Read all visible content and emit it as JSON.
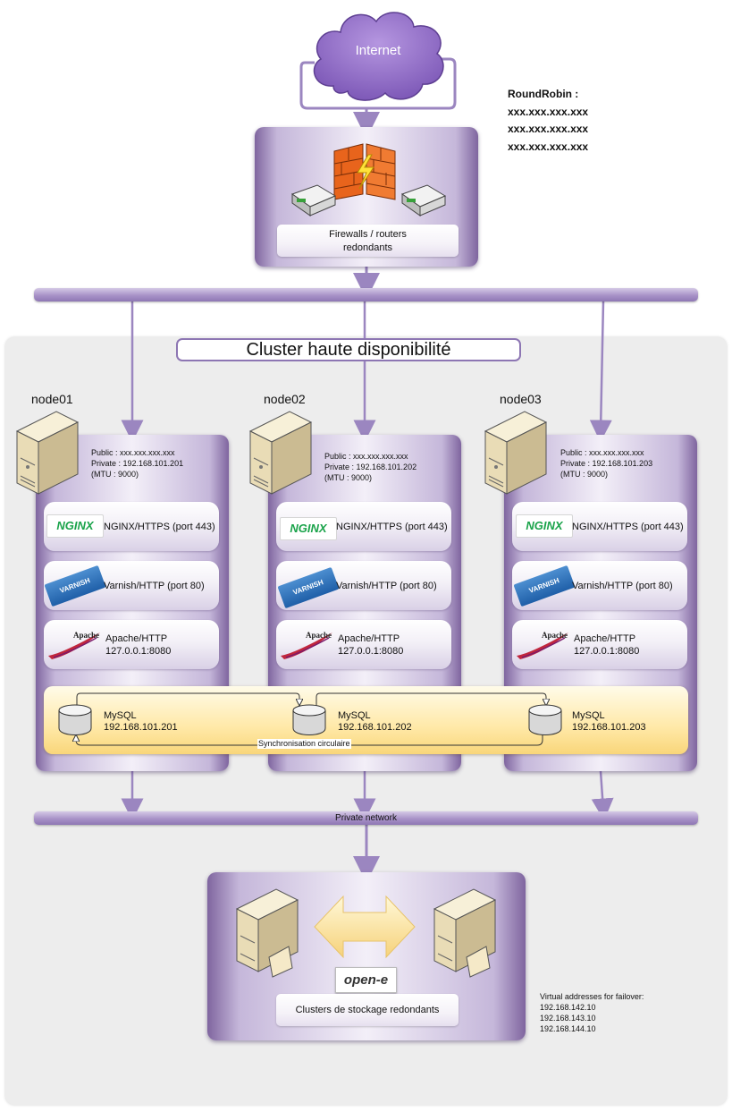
{
  "internet": {
    "label": "Internet"
  },
  "roundrobin": {
    "title": "RoundRobin :",
    "ips": [
      "xxx.xxx.xxx.xxx",
      "xxx.xxx.xxx.xxx",
      "xxx.xxx.xxx.xxx"
    ]
  },
  "firewall": {
    "label_line1": "Firewalls / routers",
    "label_line2": "redondants"
  },
  "cluster": {
    "title": "Cluster haute disponibilité"
  },
  "nodes": [
    {
      "name": "node01",
      "public": "Public : xxx.xxx.xxx.xxx",
      "private": "Private : 192.168.101.201",
      "mtu": "(MTU : 9000)",
      "nginx": "NGINX/HTTPS (port 443)",
      "varnish": "Varnish/HTTP (port 80)",
      "apache_line1": "Apache/HTTP",
      "apache_line2": "127.0.0.1:8080",
      "mysql_line1": "MySQL",
      "mysql_line2": "192.168.101.201"
    },
    {
      "name": "node02",
      "public": "Public : xxx.xxx.xxx.xxx",
      "private": "Private : 192.168.101.202",
      "mtu": "(MTU : 9000)",
      "nginx": "NGINX/HTTPS (port 443)",
      "varnish": "Varnish/HTTP (port 80)",
      "apache_line1": "Apache/HTTP",
      "apache_line2": "127.0.0.1:8080",
      "mysql_line1": "MySQL",
      "mysql_line2": "192.168.101.202"
    },
    {
      "name": "node03",
      "public": "Public : xxx.xxx.xxx.xxx",
      "private": "Private : 192.168.101.203",
      "mtu": "(MTU : 9000)",
      "nginx": "NGINX/HTTPS (port 443)",
      "varnish": "Varnish/HTTP (port 80)",
      "apache_line1": "Apache/HTTP",
      "apache_line2": "127.0.0.1:8080",
      "mysql_line1": "MySQL",
      "mysql_line2": "192.168.101.203"
    }
  ],
  "sync": {
    "label": "Synchronisation circulaire"
  },
  "private_network": {
    "label": "Private network"
  },
  "storage": {
    "label": "Clusters de stockage redondants",
    "vendor_logo": "open-e"
  },
  "failover": {
    "title": "Virtual addresses for failover:",
    "ips": [
      "192.168.142.10",
      "192.168.143.10",
      "192.168.144.10"
    ]
  },
  "logos": {
    "nginx": "NGINX",
    "varnish": "VARNISH",
    "apache": "Apache"
  },
  "colors": {
    "purple": "#8e77b4",
    "mysql_band": "#ffe9a8",
    "cloud": "#9370c8",
    "firewall": "#e8641c"
  },
  "icons": [
    "cloud-icon",
    "firewall-icon",
    "router-icon",
    "server-icon",
    "database-icon",
    "bidirectional-arrow-icon"
  ]
}
